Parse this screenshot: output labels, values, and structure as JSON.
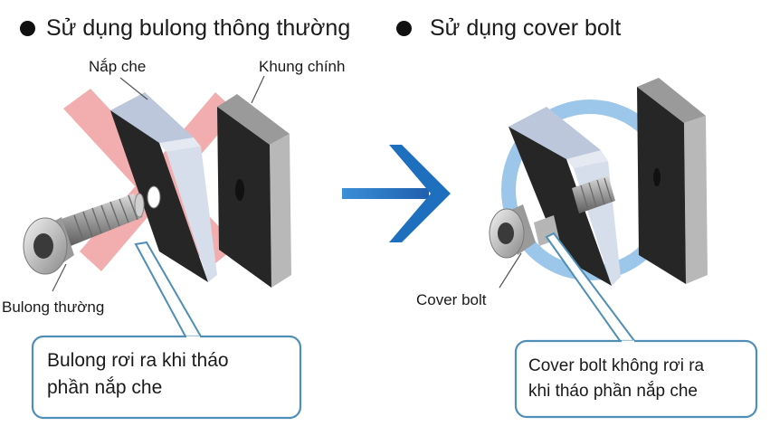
{
  "left_panel": {
    "heading": "Sử dụng bulong thông thường",
    "labels": {
      "cover": "Nắp che",
      "frame": "Khung chính",
      "bolt": "Bulong thường"
    },
    "callout": [
      "Bulong rơi ra khi tháo",
      "phần nắp che"
    ]
  },
  "right_panel": {
    "heading": "Sử dụng cover bolt",
    "labels": {
      "bolt": "Cover bolt"
    },
    "callout": [
      "Cover bolt không rơi ra",
      "khi tháo phần nắp che"
    ]
  },
  "colors": {
    "cross": "#f0a0a0",
    "ring": "#9cc6ea",
    "arrow": "#1f6fbf",
    "callout_border": "#4f8fb7",
    "cover_face": "#c9d3e6",
    "frame_face": "#2b2b2b"
  }
}
